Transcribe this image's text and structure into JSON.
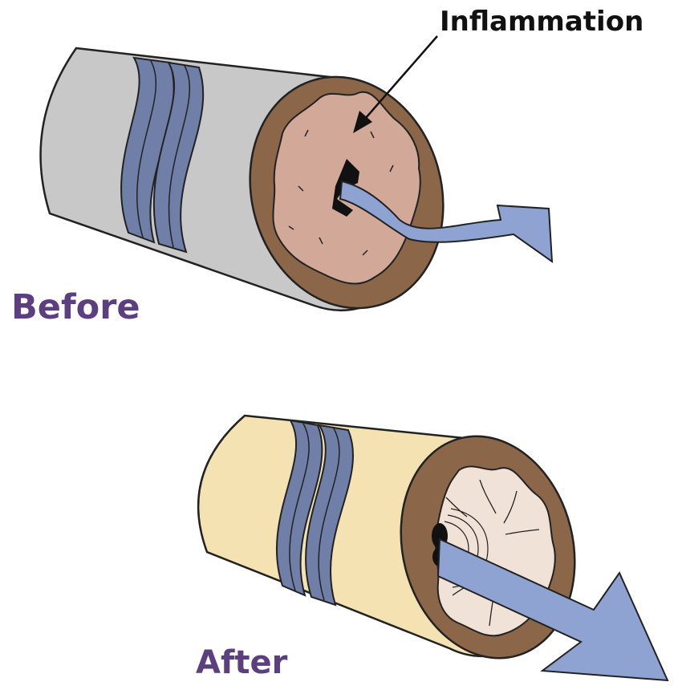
{
  "labels": {
    "callout": "Inflammation",
    "before": "Before",
    "after": "After"
  },
  "colors": {
    "before_tube": "#c8c8c8",
    "after_tube": "#f4e2b3",
    "bands": "#6f7fa8",
    "wall": "#8c6648",
    "inflamed_lining": "#d2a898",
    "healthy_lining": "#f0e2d6",
    "airflow_arrow": "#8fa3d2",
    "label_text": "#5c3f7f"
  }
}
